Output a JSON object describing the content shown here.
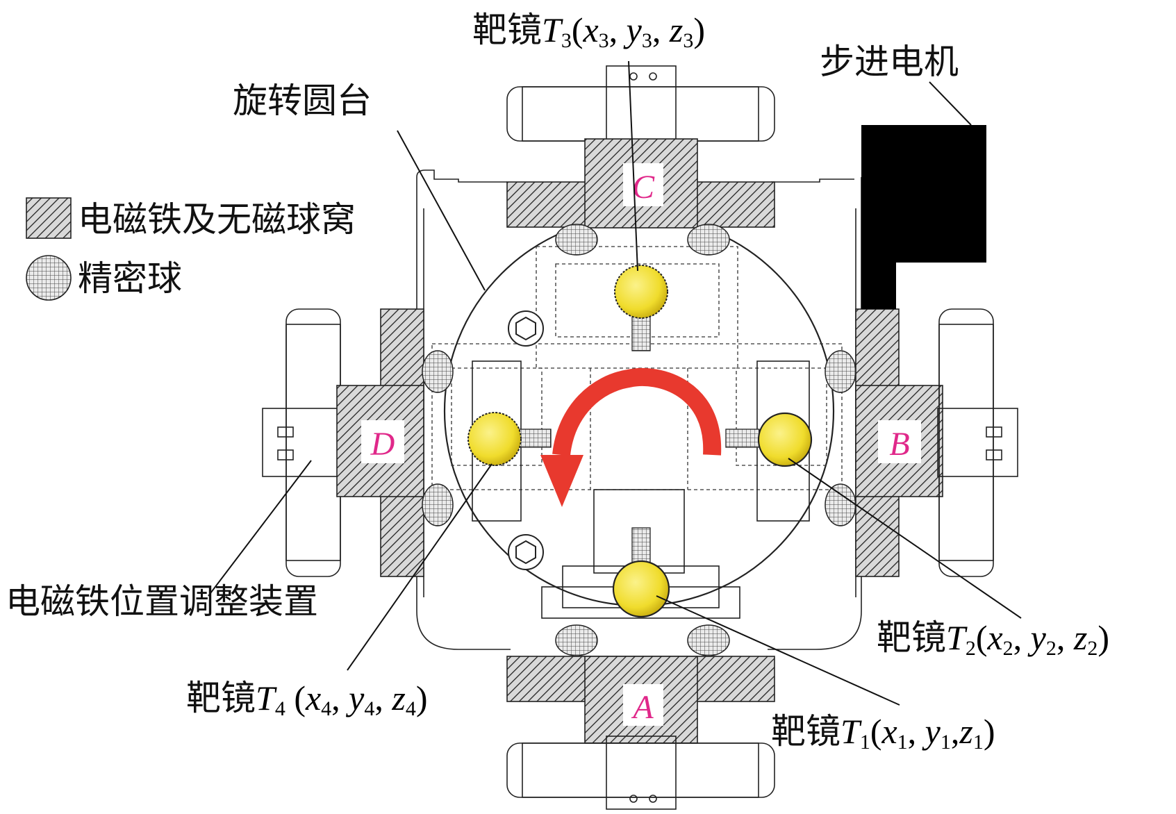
{
  "legend": {
    "magnet_label": "电磁铁及无磁球窝",
    "ball_label": "精密球"
  },
  "labels": {
    "rotary_table": "旋转圆台",
    "stepper_motor": "步进电机",
    "adjuster": "电磁铁位置调整装置"
  },
  "targets": {
    "t1": {
      "prefix": "靶镜",
      "name": "T",
      "sub": "1",
      "coords": [
        "x",
        "1",
        ", ",
        "y",
        "1",
        ",",
        "z",
        "1"
      ]
    },
    "t2": {
      "prefix": "靶镜",
      "name": "T",
      "sub": "2",
      "coords": [
        "x",
        "2",
        ", ",
        "y",
        "2",
        ", ",
        "z",
        "2"
      ]
    },
    "t3": {
      "prefix": "靶镜",
      "name": "T",
      "sub": "3",
      "coords": [
        "x",
        "3",
        ", ",
        "y",
        "3",
        ", ",
        "z",
        "3"
      ]
    },
    "t4": {
      "prefix": "靶镜",
      "name": "T",
      "sub": "4",
      "coords": [
        "x",
        "4",
        ", ",
        "y",
        "4",
        ", ",
        "z",
        "4"
      ]
    }
  },
  "stations": {
    "a": "A",
    "b": "B",
    "c": "C",
    "d": "D"
  },
  "colors": {
    "ball_yellow": "#f2e33a",
    "arrow_red": "#e8392e",
    "station_letter": "#e0288a",
    "motor_black": "#000000"
  }
}
